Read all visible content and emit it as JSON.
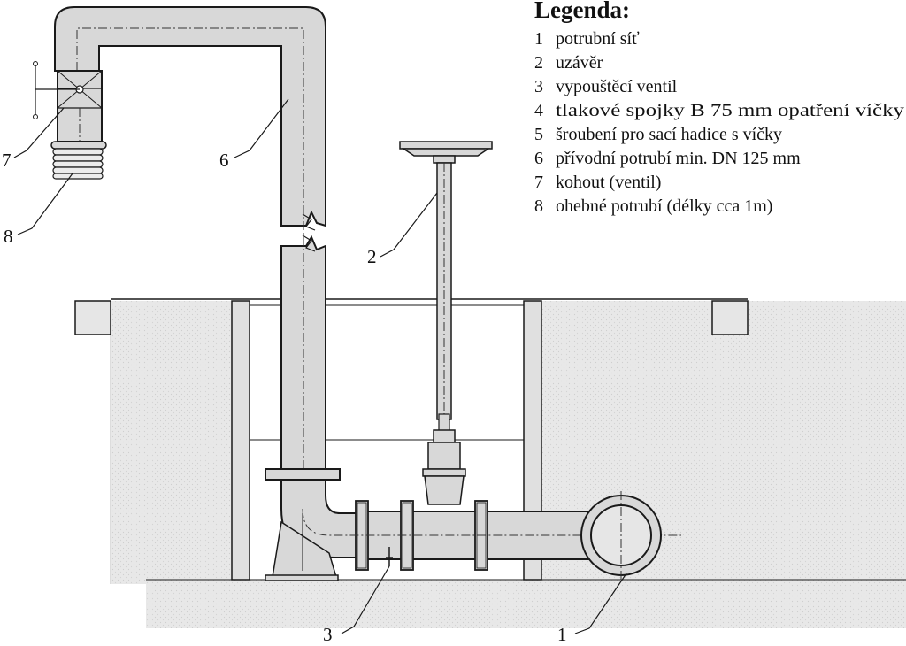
{
  "legend": {
    "title": "Legenda:",
    "items": [
      {
        "num": "1",
        "text": "potrubní síť"
      },
      {
        "num": "2",
        "text": "uzávěr"
      },
      {
        "num": "3",
        "text": "vypouštěcí ventil"
      },
      {
        "num": "4",
        "text": "tlakové spojky B 75 mm opatření víčky"
      },
      {
        "num": "5",
        "text": "šroubení pro sací hadice s víčky"
      },
      {
        "num": "6",
        "text": "přívodní potrubí min. DN 125 mm"
      },
      {
        "num": "7",
        "text": "kohout (ventil)"
      },
      {
        "num": "8",
        "text": "ohebné potrubí (délky cca 1m)"
      }
    ]
  },
  "callouts": {
    "c1": "1",
    "c2": "2",
    "c3": "3",
    "c6": "6",
    "c7": "7",
    "c8": "8"
  },
  "colors": {
    "pipe_fill": "#d8d8d8",
    "ground_fill": "#e6e6e6",
    "line": "#1a1a1a"
  }
}
